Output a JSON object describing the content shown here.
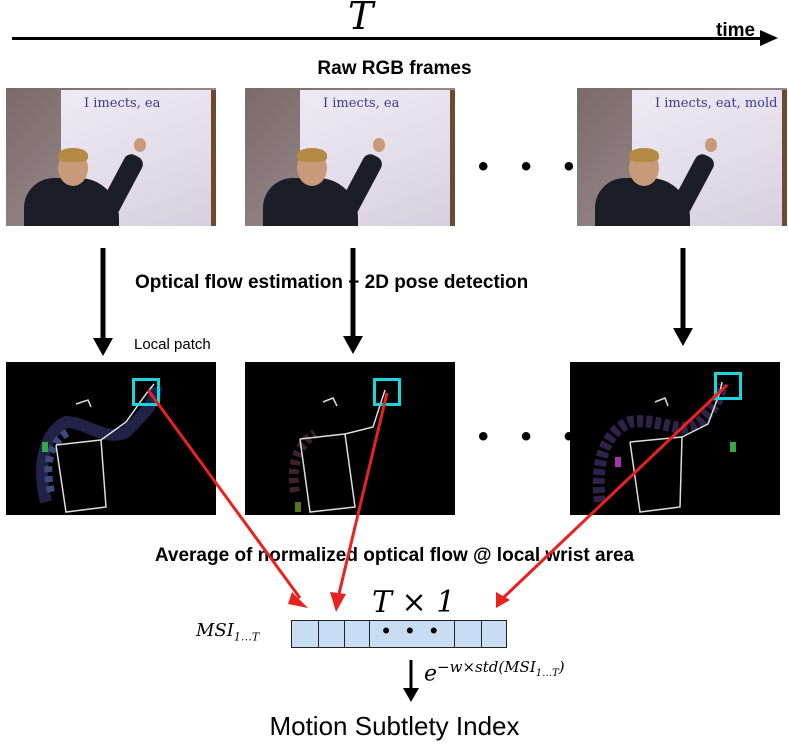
{
  "timeline": {
    "symbol": "T",
    "label": "time"
  },
  "sections": {
    "raw_frames_heading": "Raw RGB frames",
    "optical_flow_heading": "Optical flow estimation + 2D pose detection",
    "local_patch_label": "Local patch",
    "average_heading": "Average of normalized optical flow @ local wrist area"
  },
  "frames": {
    "whiteboard_text_first": "I imects, ea",
    "whiteboard_text_last": "I imects, eat, mold",
    "ellipsis": "• • •"
  },
  "vector": {
    "name": "MSI",
    "name_subscript": "1…T",
    "dimensions": "T × 1",
    "ellipsis": "• • •",
    "formula_base": "e",
    "formula_exponent": "−w×std(MSI",
    "formula_exponent_sub": "1…T",
    "formula_exponent_end": ")"
  },
  "output_label": "Motion Subtlety Index",
  "colors": {
    "arrow_red": "#e8231f",
    "patch_box": "#19d6dc",
    "vector_fill": "#c8dcf4"
  }
}
